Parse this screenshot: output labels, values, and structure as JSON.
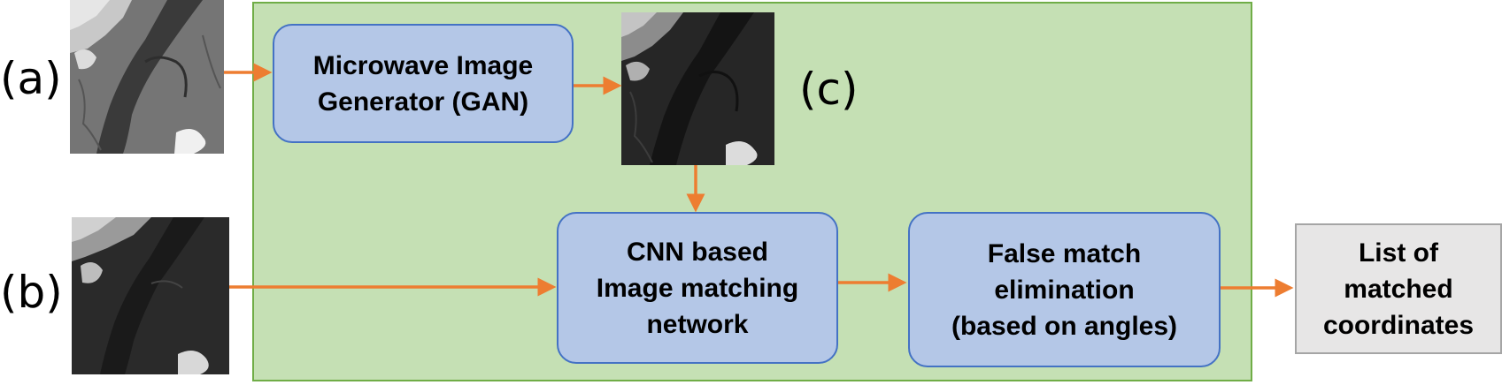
{
  "labels": {
    "a": "(a)",
    "b": "(b)",
    "c": "(c)"
  },
  "boxes": {
    "gan": "Microwave Image\nGenerator (GAN)",
    "cnn": "CNN based\nImage matching\nnetwork",
    "false_match": "False match\nelimination\n(based on angles)",
    "output": "List of\nmatched\ncoordinates"
  },
  "colors": {
    "panel_fill": "#c5e0b4",
    "panel_border": "#70ad47",
    "box_fill": "#b4c7e7",
    "box_border": "#4472c4",
    "output_fill": "#e7e6e6",
    "output_border": "#a5a5a5",
    "arrow": "#ed7d31"
  },
  "images": {
    "a": "satellite-optical-river-image",
    "b": "satellite-sar-river-image",
    "c": "generated-microwave-river-image"
  }
}
